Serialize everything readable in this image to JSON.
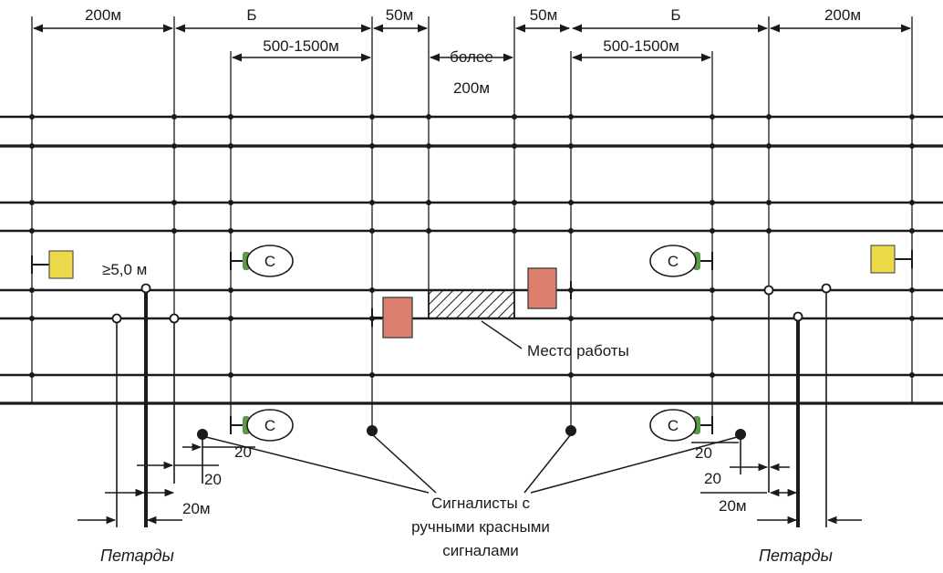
{
  "dimensions": {
    "top_left_200": "200м",
    "top_left_b": "Б",
    "top_left_50": "50м",
    "top_right_50": "50м",
    "top_right_b": "Б",
    "top_right_200": "200м",
    "left_range": "500-1500м",
    "right_range": "500-1500м",
    "center_more_1": "более",
    "center_more_2": "200м",
    "ge5": "≥5,0 м",
    "left_20a": "20",
    "left_20b": "20",
    "left_20m": "20м",
    "right_20a": "20",
    "right_20b": "20",
    "right_20m": "20м"
  },
  "labels": {
    "worksite": "Место работы",
    "signalmen_1": "Сигналисты с",
    "signalmen_2": "ручными красными",
    "signalmen_3": "сигналами",
    "petards_left": "Петарды",
    "petards_right": "Петарды",
    "signal_c": "С"
  },
  "colors": {
    "yellow_signal": "#ecd949",
    "red_signal": "#dc7f6f",
    "c_signal_body": "#ffffff",
    "c_signal_cap": "#5a9a4a",
    "line": "#1a1a1a"
  }
}
